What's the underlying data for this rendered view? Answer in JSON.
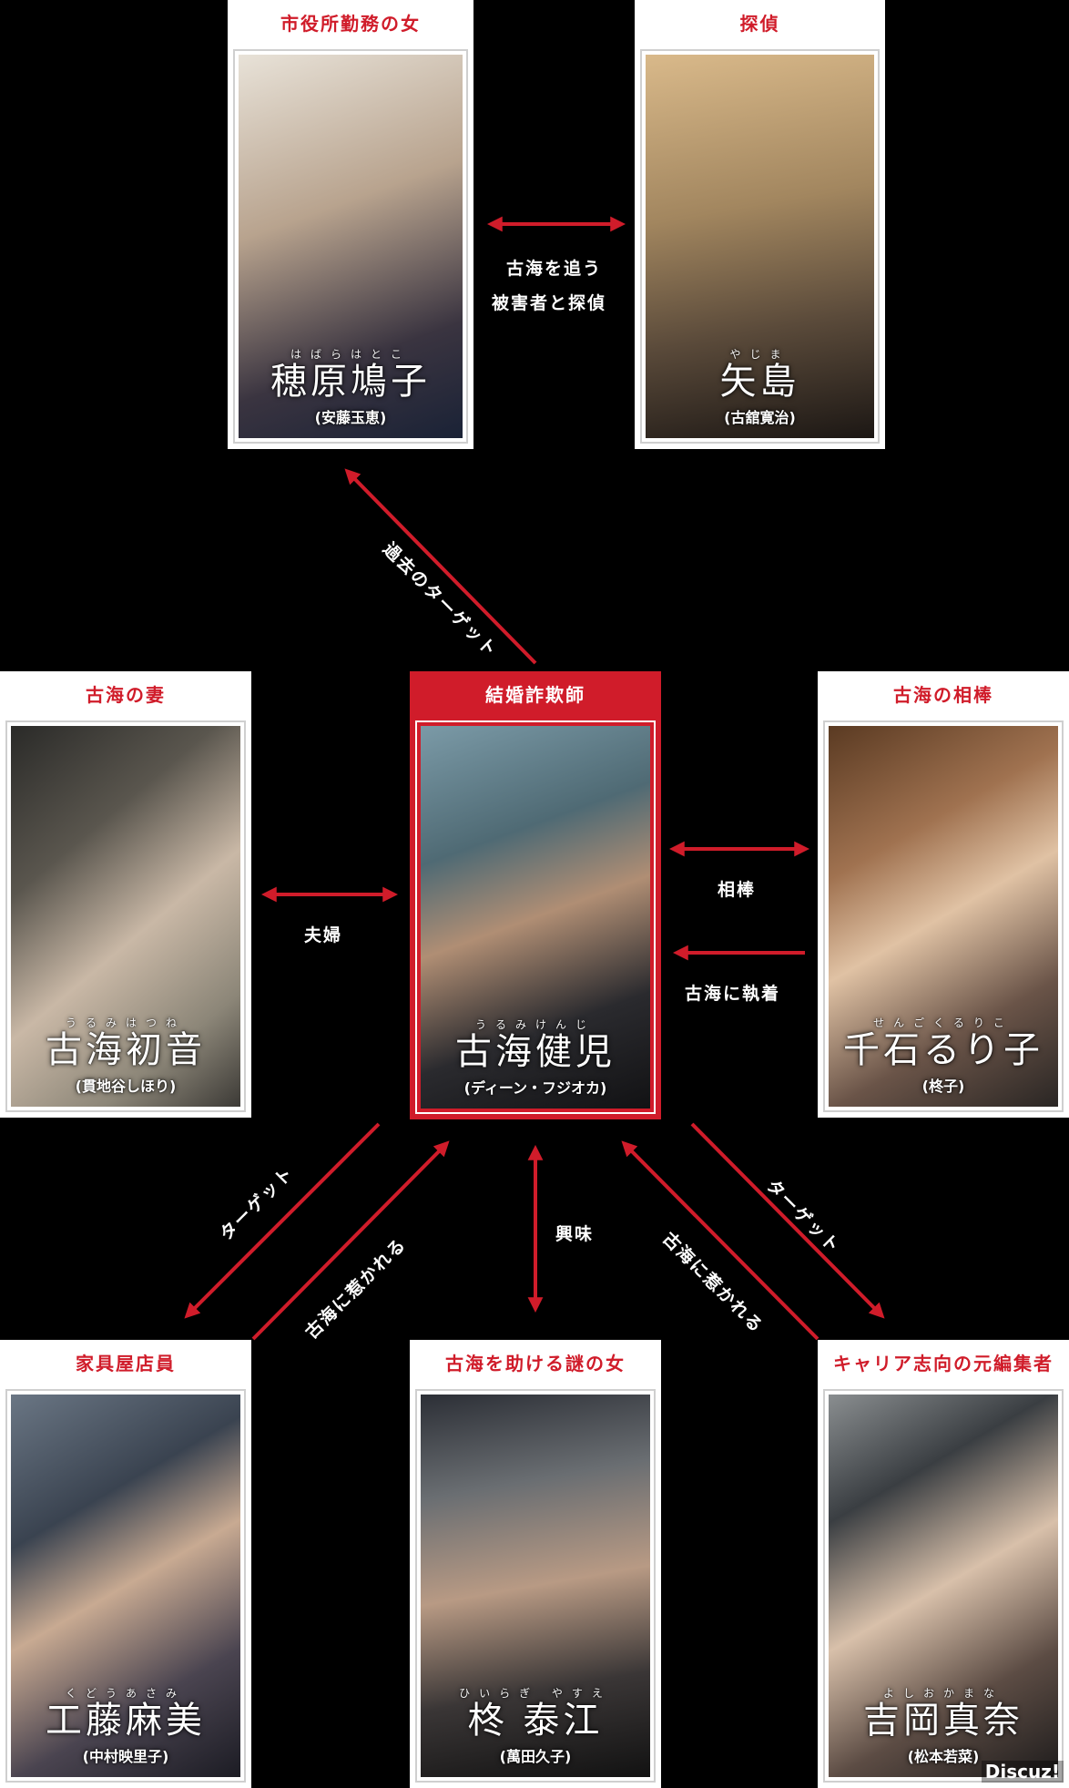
{
  "colors": {
    "accent": "#d01c2a",
    "background": "#000000",
    "arrow": "#d01c2a"
  },
  "nodes": {
    "hobara": {
      "role": "市役所勤務の女",
      "ruby": "はばらはとこ",
      "name": "穂原鳩子",
      "actor": "(安藤玉恵)"
    },
    "yajima": {
      "role": "探偵",
      "ruby": "やじま",
      "name": "矢島",
      "actor": "(古舘寛治)"
    },
    "hatsune": {
      "role": "古海の妻",
      "ruby": "うるみはつね",
      "name": "古海初音",
      "actor": "(貫地谷しほり)"
    },
    "kenji": {
      "role": "結婚詐欺師",
      "ruby": "うるみけんじ",
      "name": "古海健児",
      "actor": "(ディーン・フジオカ)"
    },
    "ruriko": {
      "role": "古海の相棒",
      "ruby": "せんごくるりこ",
      "name": "千石るり子",
      "actor": "(柊子)"
    },
    "asami": {
      "role": "家具屋店員",
      "ruby": "くどうあさみ",
      "name": "工藤麻美",
      "actor": "(中村映里子)"
    },
    "yasue": {
      "role": "古海を助ける謎の女",
      "ruby": "ひいらぎ やすえ",
      "name": "柊 泰江",
      "actor": "(萬田久子)"
    },
    "mana": {
      "role": "キャリア志向の元編集者",
      "ruby": "よしおかまな",
      "name": "吉岡真奈",
      "actor": "(松本若菜)"
    }
  },
  "relations": {
    "hobara_yajima": [
      "古海を追う",
      "被害者と探偵"
    ],
    "past_target": "過去のターゲット",
    "couple": "夫婦",
    "partner": "相棒",
    "obsessed": "古海に執着",
    "target_left": "ターゲット",
    "attracted_left": "古海に惹かれる",
    "interest": "興味",
    "attracted_right": "古海に惹かれる",
    "target_right": "ターゲット"
  },
  "watermark": "Discuz!"
}
